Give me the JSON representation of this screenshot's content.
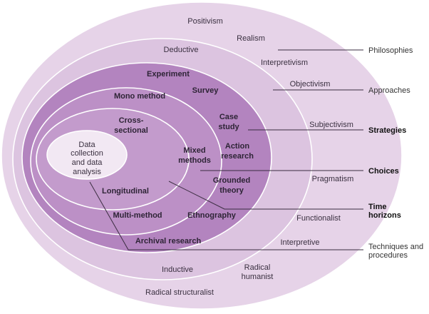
{
  "colors": {
    "ring_philosophies": "#e6d3e8",
    "ring_approaches": "#dcc4e0",
    "ring_strategies": "#b384bf",
    "ring_choices": "#bc90c6",
    "ring_time": "#c39bcc",
    "ring_techniques": "#f2e8f3",
    "leader_line": "#3a2d40"
  },
  "philosophies": {
    "positivism": "Positivism",
    "realism": "Realism",
    "interpretivism": "Interpretivism",
    "objectivism": "Objectivism",
    "subjectivism": "Subjectivism",
    "pragmatism": "Pragmatism",
    "functionalist": "Functionalist",
    "interpretive": "Interpretive",
    "radical_humanist_1": "Radical",
    "radical_humanist_2": "humanist",
    "radical_structuralist": "Radical structuralist"
  },
  "approaches": {
    "deductive": "Deductive",
    "inductive": "Inductive"
  },
  "strategies": {
    "experiment": "Experiment",
    "survey": "Survey",
    "case_study_1": "Case",
    "case_study_2": "study",
    "action_research_1": "Action",
    "action_research_2": "research",
    "grounded_theory_1": "Grounded",
    "grounded_theory_2": "theory",
    "ethnography": "Ethnography",
    "archival_research": "Archival research"
  },
  "choices": {
    "mono_method": "Mono method",
    "mixed_methods_1": "Mixed",
    "mixed_methods_2": "methods",
    "multi_method": "Multi-method"
  },
  "time_horizons": {
    "cross_sectional_1": "Cross-",
    "cross_sectional_2": "sectional",
    "longitudinal": "Longitudinal"
  },
  "core": {
    "line1": "Data",
    "line2": "collection",
    "line3": "and data",
    "line4": "analysis"
  },
  "layer_labels": {
    "philosophies": "Philosophies",
    "approaches": "Approaches",
    "strategies": "Strategies",
    "choices": "Choices",
    "time_horizons_1": "Time",
    "time_horizons_2": "horizons",
    "techniques_1": "Techniques and",
    "techniques_2": "procedures"
  }
}
